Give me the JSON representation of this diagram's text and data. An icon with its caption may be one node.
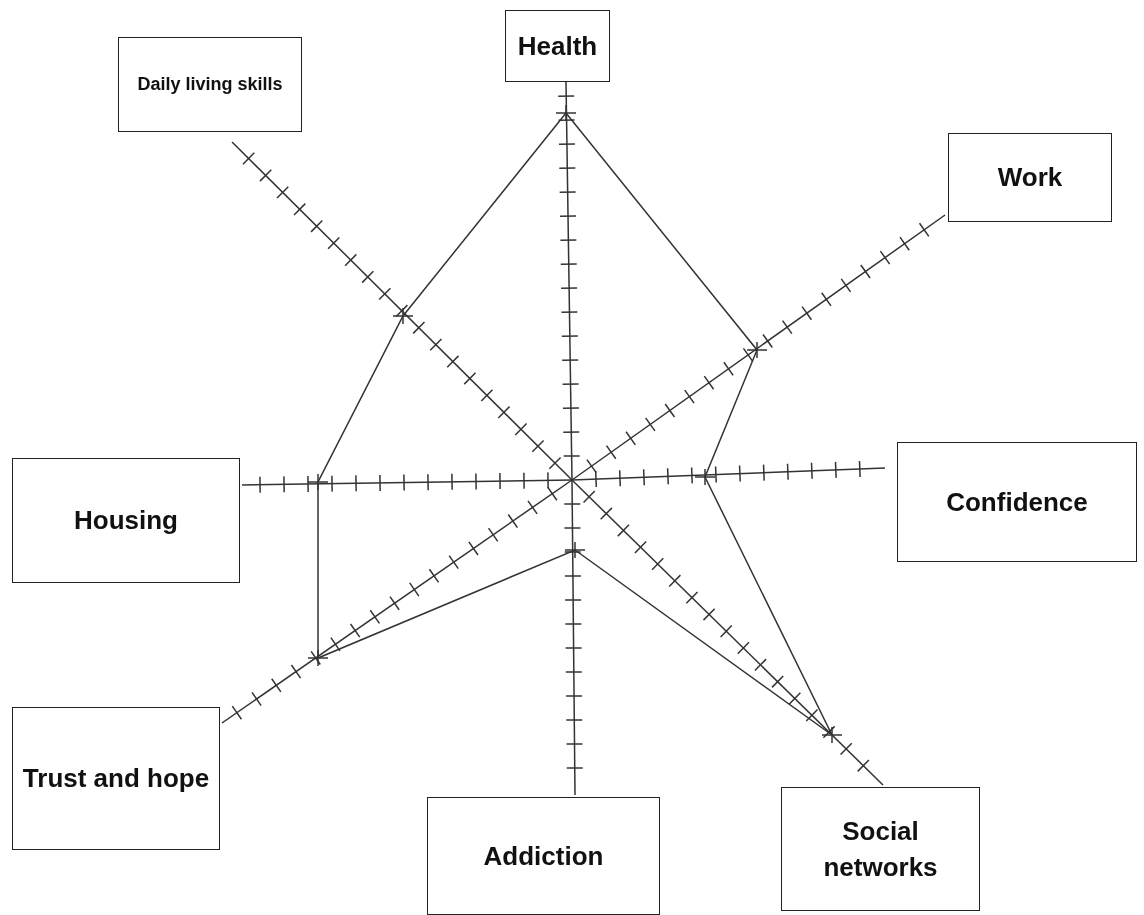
{
  "diagram": {
    "nodes": [
      {
        "text": [
          "Health"
        ]
      },
      {
        "text": [
          "Daily living skills"
        ]
      },
      {
        "text": [
          "Work"
        ]
      },
      {
        "text": [
          "Housing"
        ]
      },
      {
        "text": [
          "Confidence"
        ]
      },
      {
        "text": [
          "Trust and hope"
        ]
      },
      {
        "text": [
          "Addiction"
        ]
      },
      {
        "text": [
          "Social networks"
        ]
      }
    ]
  }
}
